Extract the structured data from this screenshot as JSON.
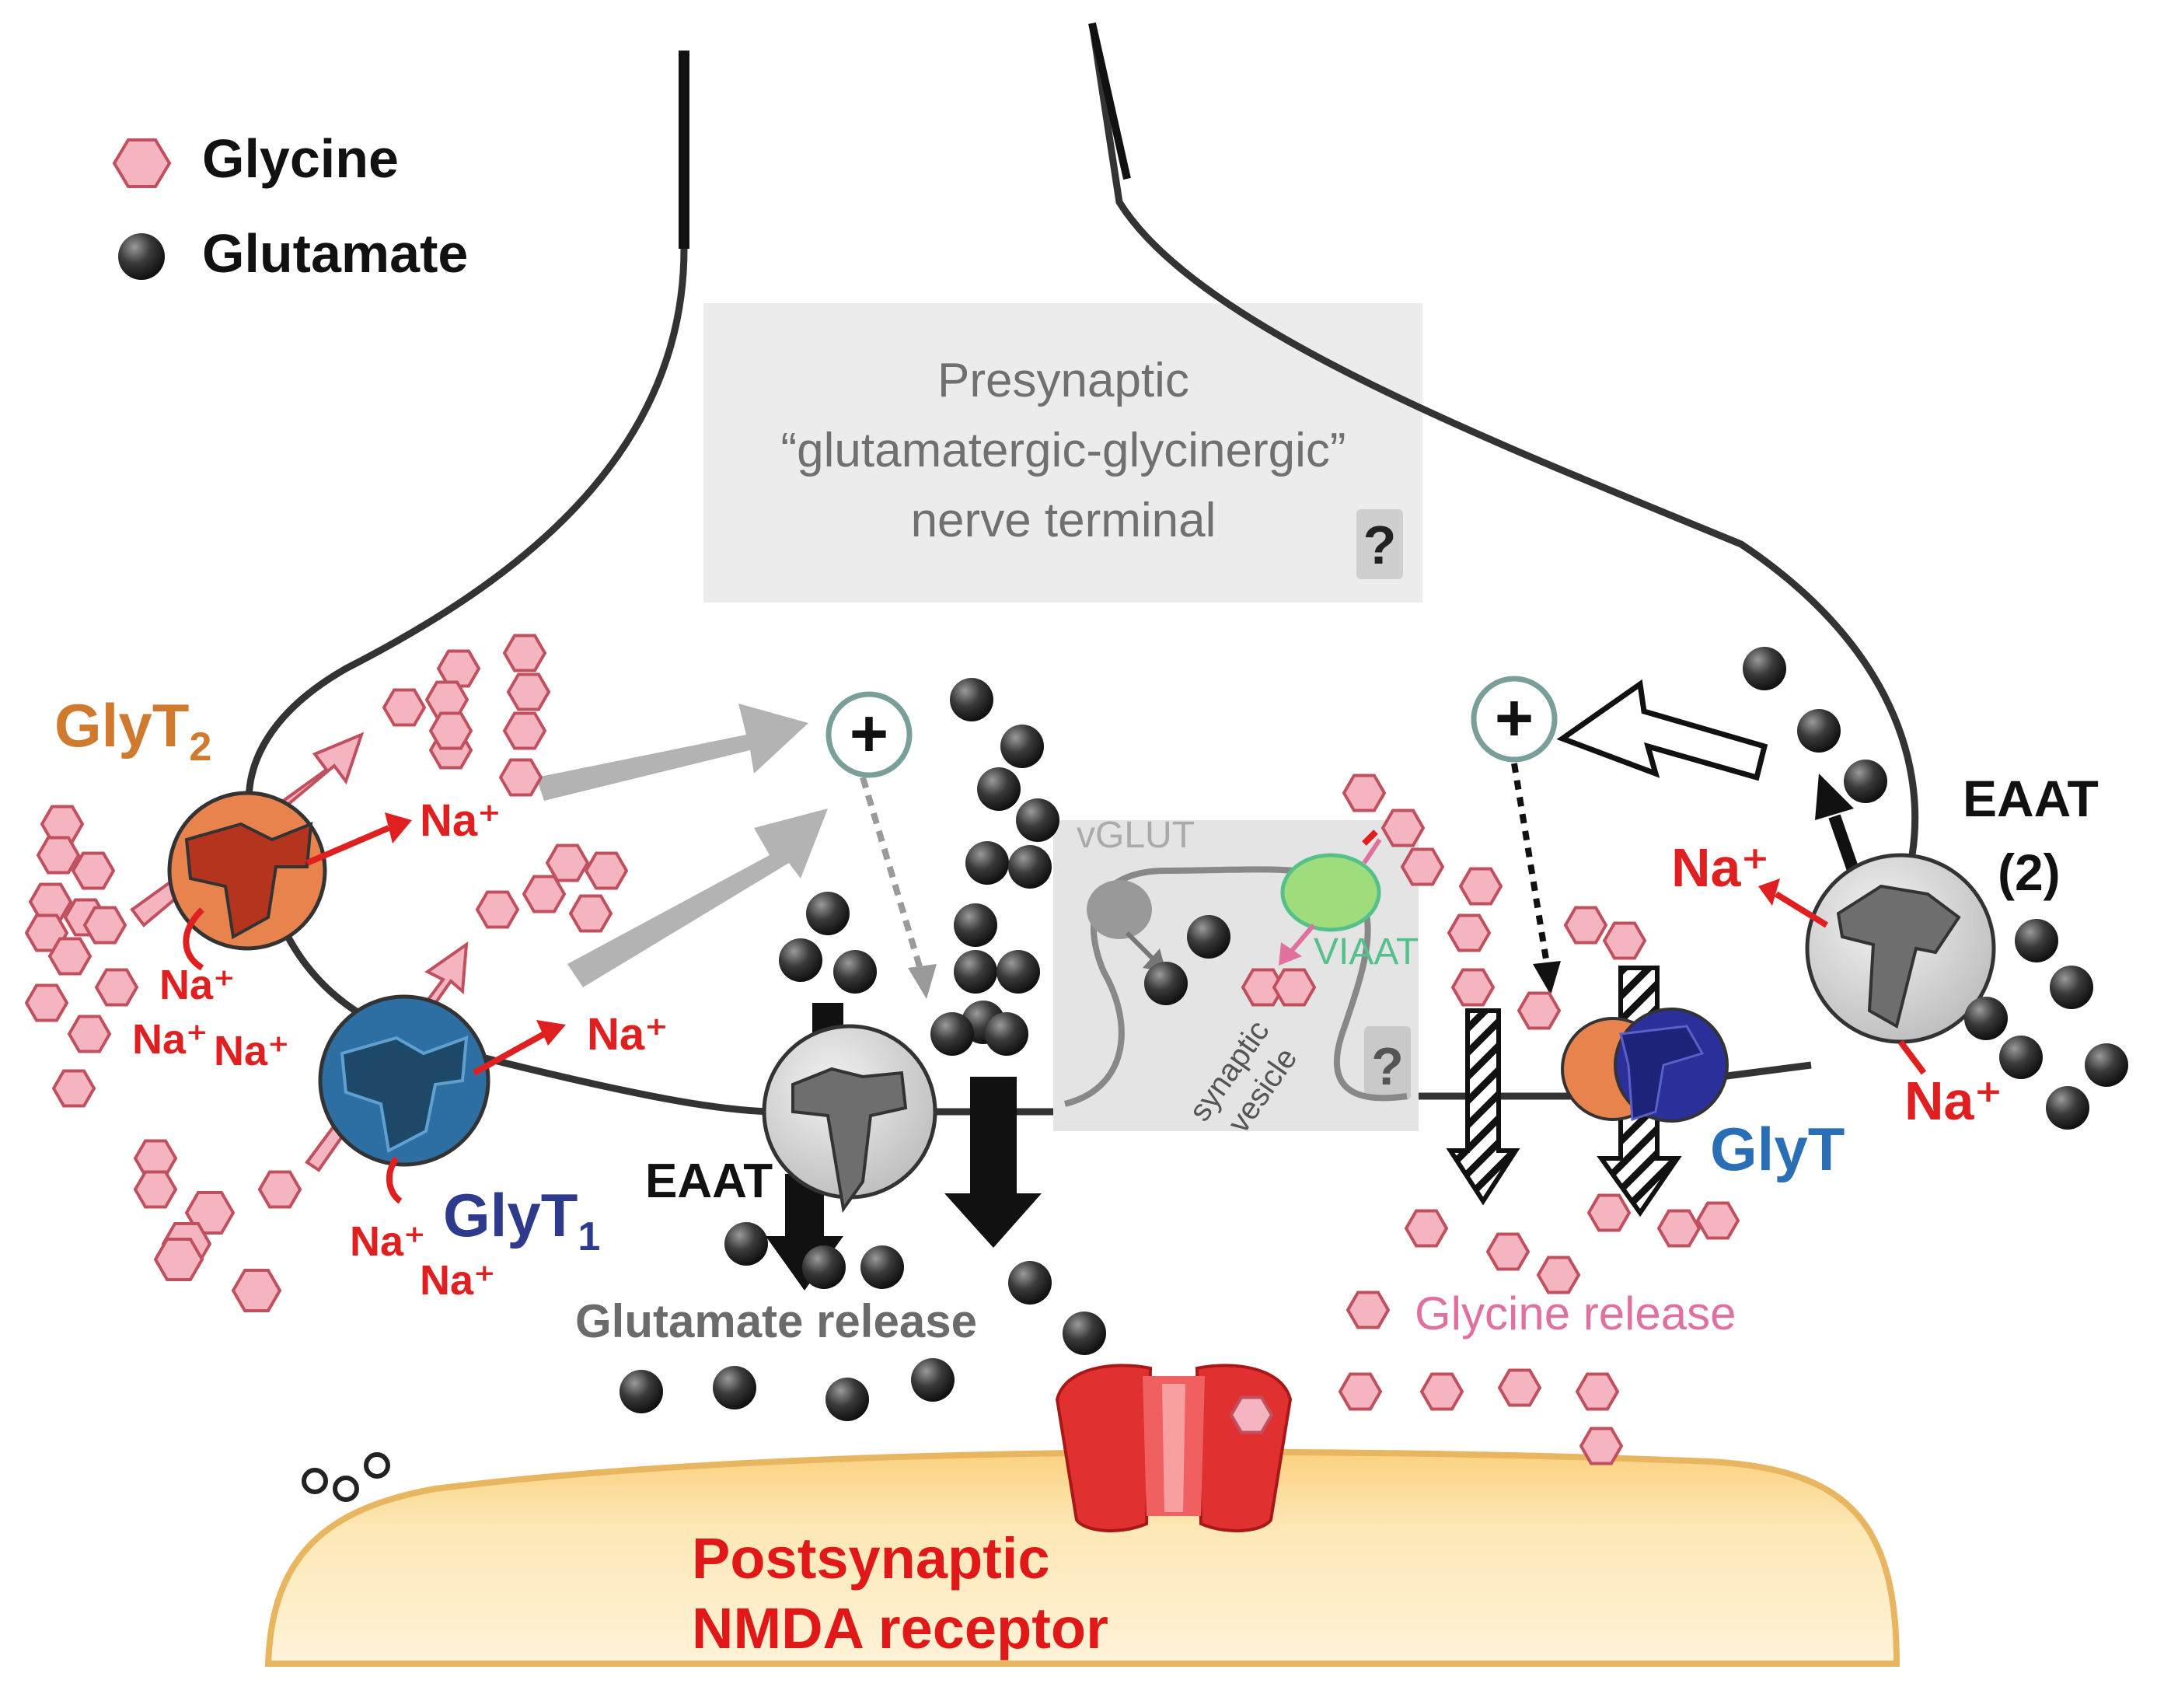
{
  "legend": {
    "glycine_label": "Glycine",
    "glutamate_label": "Glutamate"
  },
  "presynaptic_box": {
    "line1": "Presynaptic",
    "line2": "“glutamatergic-glycinergic”",
    "line3": "nerve terminal",
    "question_mark": "?"
  },
  "transporters": {
    "glyt2_main": "GlyT",
    "glyt2_sub": "2",
    "glyt1_main": "GlyT",
    "glyt1_sub": "1",
    "glyt_right": "GlyT",
    "eaat_center": "EAAT",
    "eaat2_line1": "EAAT",
    "eaat2_line2": "(2)"
  },
  "ions": {
    "na_plus": "Na⁺",
    "na": "Na",
    "plus": "+"
  },
  "vesicle": {
    "vglut": "vGLUT",
    "viaat": "VIAAT",
    "synaptic": "synaptic",
    "vesicle": "vesicle",
    "question_mark": "?"
  },
  "release": {
    "glutamate_release": "Glutamate release",
    "glycine_release": "Glycine release"
  },
  "postsynaptic": {
    "line1": "Postsynaptic",
    "line2": "NMDA receptor"
  },
  "colors": {
    "glycine_fill": "#f4b4c0",
    "glycine_stroke": "#c0505e",
    "glutamate_fill": "#333333",
    "glyt2_orange": "#e8834e",
    "glyt2_core": "#b5341e",
    "glyt1_blue": "#2d6fa3",
    "glyt1_core": "#1e4868",
    "glyt_navy": "#2a2f9a",
    "sodium_red": "#e02020",
    "glyt2_label": "#d07a30",
    "glyt1_label": "#2e3a8c",
    "glyt_label": "#2a6fb5",
    "glycine_release_label": "#e070a0",
    "viaat_label": "#55c08a",
    "postsynaptic_fill": "#fde3a4",
    "nmda_red": "#e03030",
    "grey_arrow": "#b3b3b3",
    "grey_box": "#ececec"
  }
}
